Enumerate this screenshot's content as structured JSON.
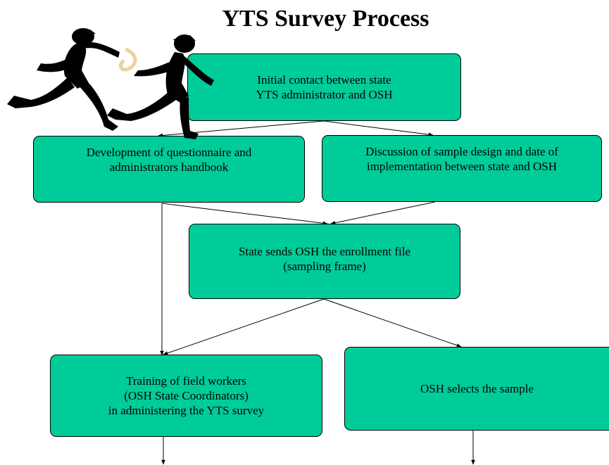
{
  "title": "YTS Survey Process",
  "nodes": {
    "initial_contact": "Initial contact between state\nYTS administrator and OSH",
    "questionnaire": "Development of questionnaire and\nadministrators handbook",
    "sample_design": "Discussion of sample design and date of\nimplementation between state and OSH",
    "enrollment_file": "State sends OSH the enrollment file\n(sampling frame)",
    "training": "Training of field workers\n(OSH State Coordinators)\nin administering the YTS survey",
    "selects_sample": "OSH selects the sample"
  },
  "edges": [
    [
      "initial_contact",
      "questionnaire"
    ],
    [
      "initial_contact",
      "sample_design"
    ],
    [
      "questionnaire",
      "enrollment_file"
    ],
    [
      "sample_design",
      "enrollment_file"
    ],
    [
      "questionnaire",
      "training"
    ],
    [
      "enrollment_file",
      "training"
    ],
    [
      "enrollment_file",
      "selects_sample"
    ],
    [
      "training",
      "continues"
    ],
    [
      "selects_sample",
      "continues"
    ]
  ],
  "clipart": "relay-runners-passing-baton",
  "colors": {
    "box_fill": "#00cc99",
    "stroke": "#000000"
  }
}
